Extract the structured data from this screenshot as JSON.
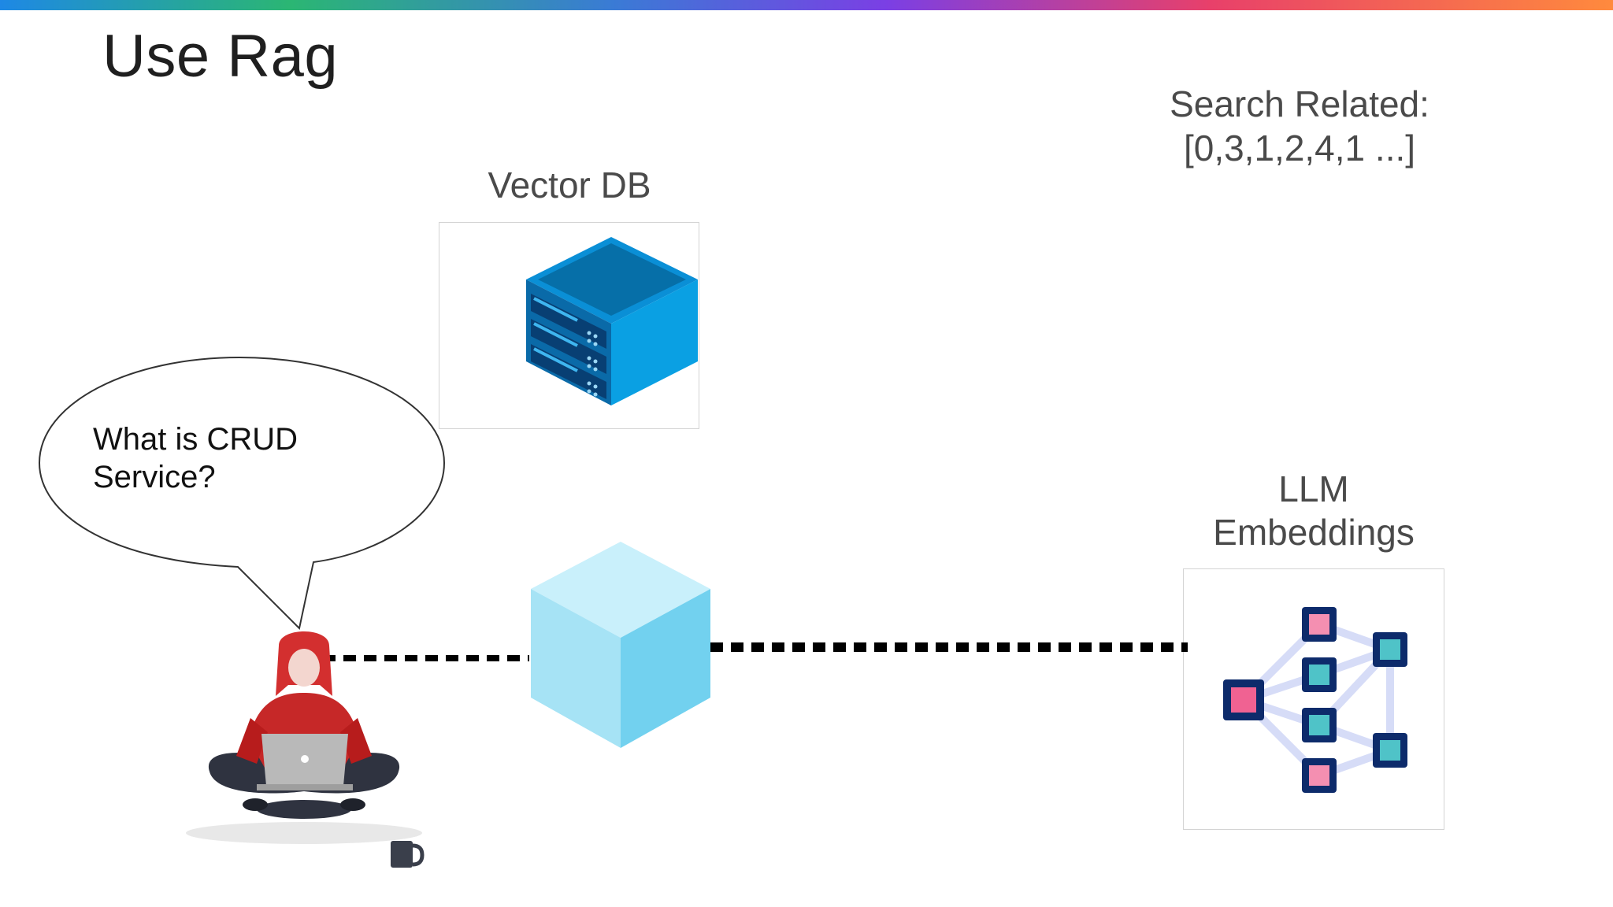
{
  "slide": {
    "title": "Use Rag"
  },
  "search_related": {
    "line1": "Search Related:",
    "line2": "[0,3,1,2,4,1 ...]"
  },
  "vector_db": {
    "label": "Vector DB",
    "icon": "server-stack-icon"
  },
  "llm_embeddings": {
    "line1": "LLM",
    "line2": "Embeddings",
    "icon": "neural-network-icon"
  },
  "speech_bubble": {
    "line1": "What is CRUD",
    "line2": "Service?"
  },
  "central_node": {
    "icon": "cube-icon"
  },
  "user": {
    "icon": "person-with-laptop-icon"
  },
  "colors": {
    "accent_blue": "#0a8fd6",
    "cube_light": "#a6e3f5",
    "node_navy": "#0d2b6b",
    "node_pink": "#f06292",
    "node_teal": "#4fc3c8",
    "person_red": "#c62828"
  }
}
